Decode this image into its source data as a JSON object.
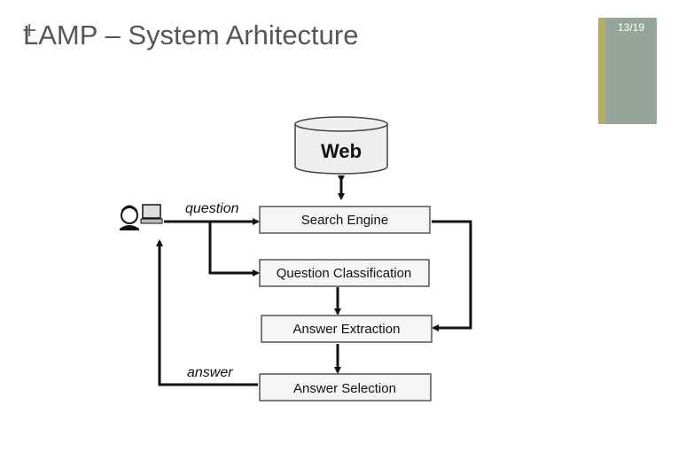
{
  "slide": {
    "plus": "+",
    "title": "LAMP – System Arhitecture",
    "page": "13/19",
    "accent_color": "#b3ad6a",
    "page_box_color": "#97a49b"
  },
  "diagram": {
    "web": "Web",
    "question": "question",
    "answer": "answer",
    "boxes": {
      "search": "Search Engine",
      "classification": "Question Classification",
      "extraction": "Answer Extraction",
      "selection": "Answer Selection"
    },
    "user_icon": "user-with-computer-icon"
  }
}
